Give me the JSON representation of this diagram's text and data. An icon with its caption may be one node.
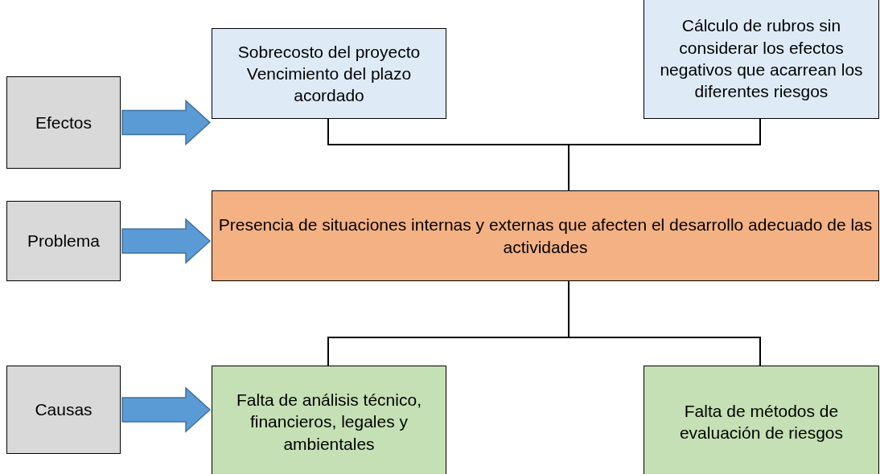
{
  "diagram": {
    "nodes": [
      {
        "text": [
          "Efectos"
        ]
      },
      {
        "text": [
          "Sobrecosto del proyecto",
          "Vencimiento del plazo acordado"
        ]
      },
      {
        "text": [
          "Cálculo de rubros sin considerar los efectos negativos que acarrean los diferentes riesgos"
        ]
      },
      {
        "text": [
          "Problema"
        ]
      },
      {
        "text": [
          "Presencia de situaciones internas y externas que afecten el desarrollo adecuado de las actividades"
        ]
      },
      {
        "text": [
          "Causas"
        ]
      },
      {
        "text": [
          "Falta de análisis técnico, financieros, legales y ambientales"
        ]
      },
      {
        "text": [
          "Falta de métodos de evaluación de riesgos"
        ]
      }
    ],
    "edges": [
      {
        "from": 0,
        "to": 1,
        "arrow": "to",
        "style": "thick",
        "color": "#5b9bd5"
      },
      {
        "from": 3,
        "to": 4,
        "arrow": "to",
        "style": "thick",
        "color": "#5b9bd5"
      },
      {
        "from": 5,
        "to": 6,
        "arrow": "to",
        "style": "thick",
        "color": "#5b9bd5"
      },
      {
        "from": 1,
        "to": 4,
        "arrow": "none"
      },
      {
        "from": 2,
        "to": 4,
        "arrow": "none"
      },
      {
        "from": 4,
        "to": 6,
        "arrow": "none"
      },
      {
        "from": 4,
        "to": 7,
        "arrow": "none"
      }
    ]
  }
}
